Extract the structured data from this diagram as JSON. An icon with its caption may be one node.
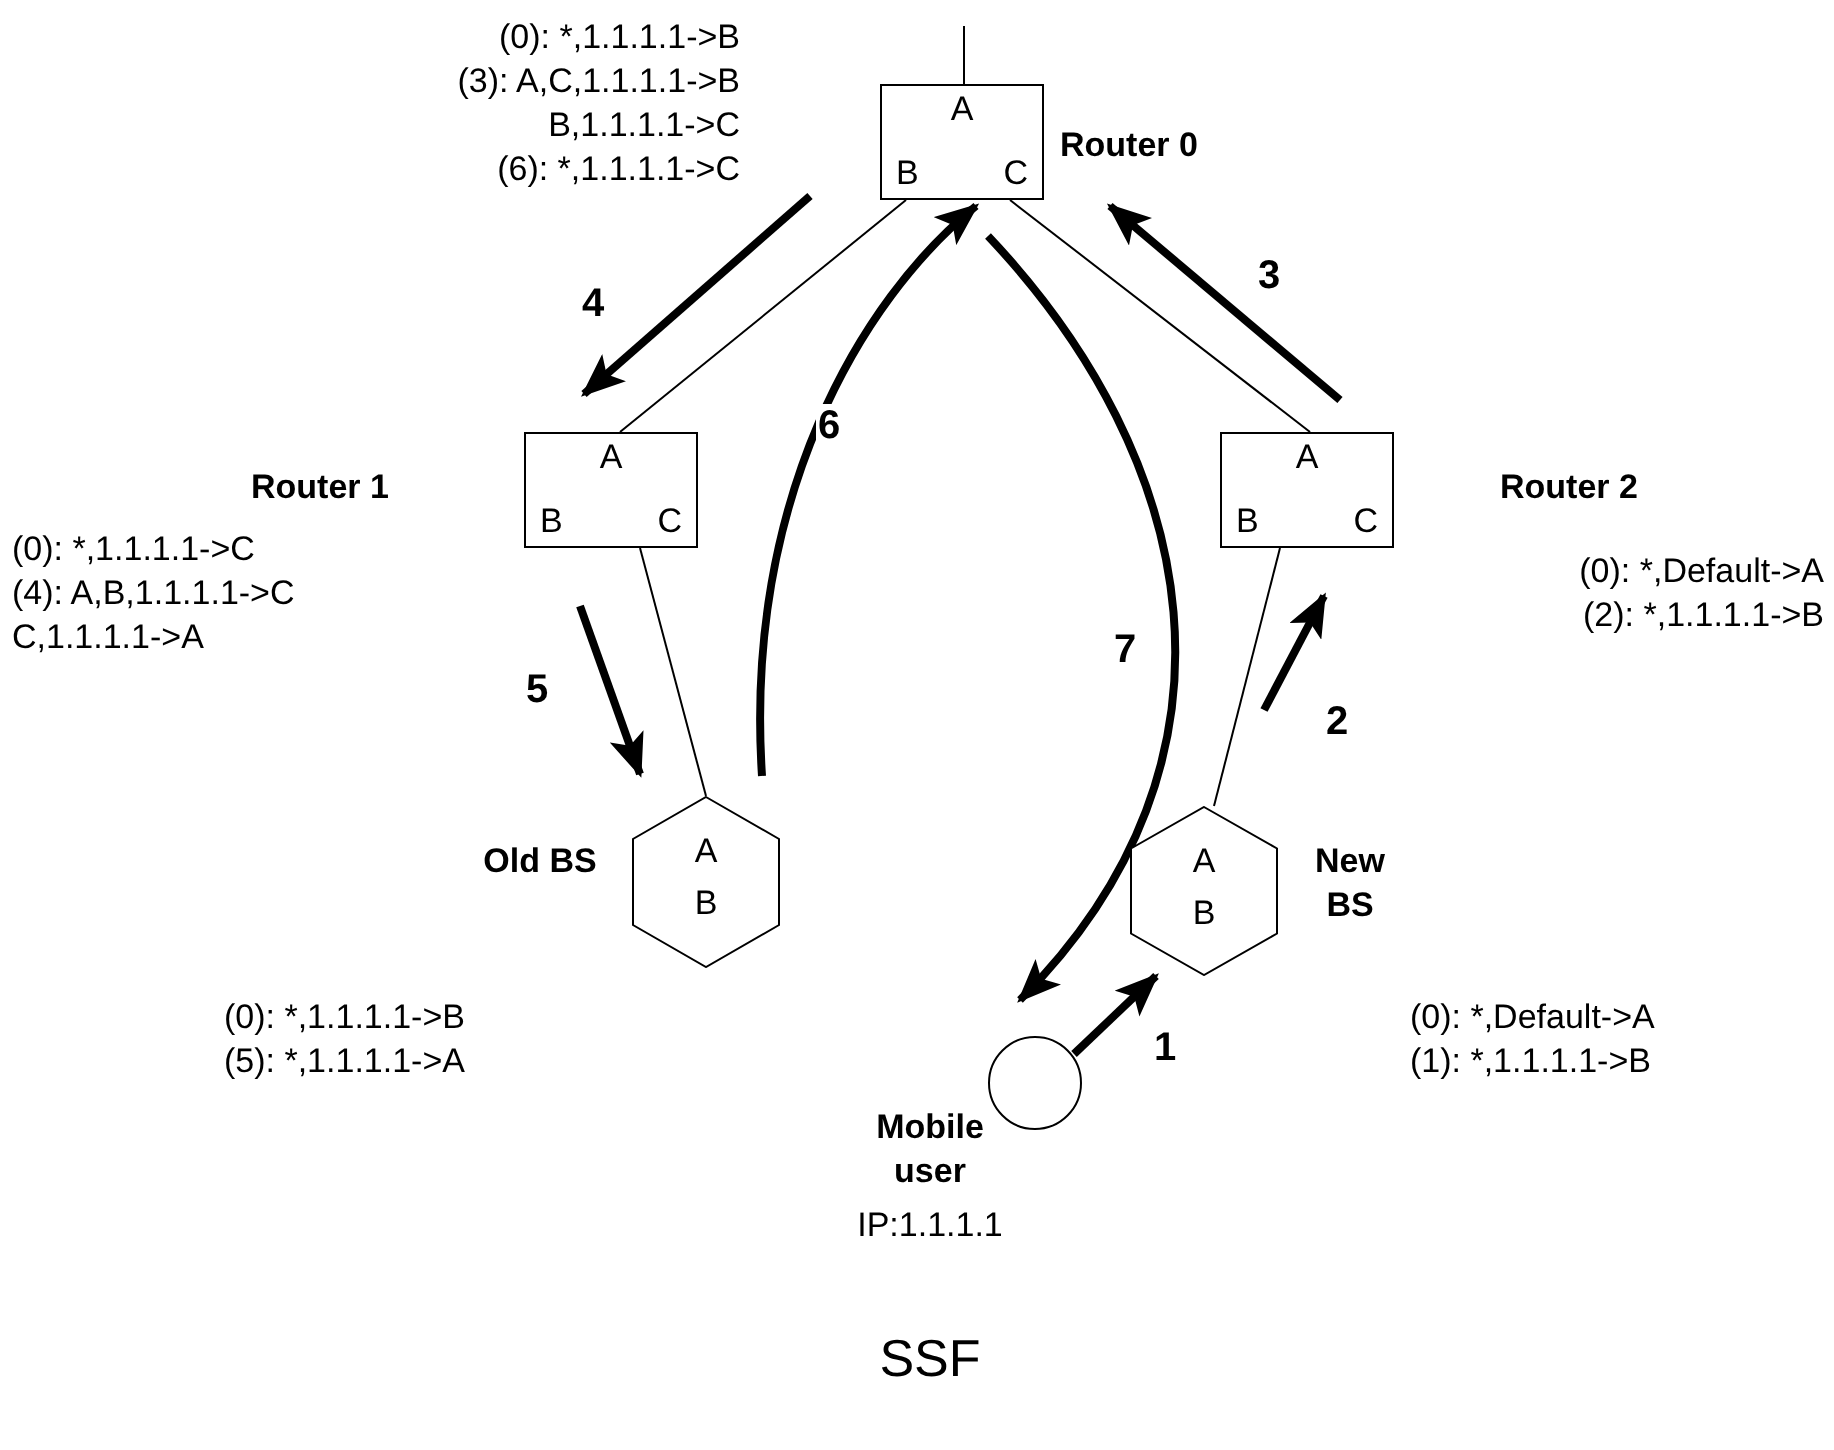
{
  "diagram": {
    "caption": "SSF",
    "nodes": [
      {
        "text": [
          "A",
          "B",
          "C"
        ],
        "beside": [
          "Router 0",
          "(0): *,1.1.1.1->B",
          "(3): A,C,1.1.1.1->B",
          "B,1.1.1.1->C",
          "(6): *,1.1.1.1->C"
        ]
      },
      {
        "text": [
          "A",
          "B",
          "C"
        ],
        "beside": [
          "Router 1",
          "(0): *,1.1.1.1->C",
          "(4): A,B,1.1.1.1->C",
          "C,1.1.1.1->A"
        ]
      },
      {
        "text": [
          "A",
          "B",
          "C"
        ],
        "beside": [
          "Router 2",
          "(0): *,Default->A",
          "(2): *,1.1.1.1->B"
        ]
      },
      {
        "text": [
          "A",
          "B"
        ],
        "beside": [
          "Old BS",
          "(0): *,1.1.1.1->B",
          "(5): *,1.1.1.1->A"
        ]
      },
      {
        "text": [
          "A",
          "B"
        ],
        "beside": [
          "New BS",
          "(0): *,Default->A",
          "(1): *,1.1.1.1->B"
        ]
      },
      {
        "text": [],
        "shape": "circle",
        "beside": [
          "Mobile user",
          "IP:1.1.1.1"
        ]
      }
    ],
    "edges": [
      {
        "from": null,
        "to": 0,
        "arrow": "none"
      },
      {
        "from": 0,
        "to": 1,
        "arrow": "none"
      },
      {
        "from": 0,
        "to": 2,
        "arrow": "none"
      },
      {
        "from": 1,
        "to": 3,
        "arrow": "none"
      },
      {
        "from": 2,
        "to": 4,
        "arrow": "none"
      },
      {
        "from": 5,
        "to": 4,
        "arrow": "to",
        "label": "1"
      },
      {
        "from": 4,
        "to": 2,
        "arrow": "to",
        "label": "2"
      },
      {
        "from": 2,
        "to": 0,
        "arrow": "to",
        "label": "3"
      },
      {
        "from": 0,
        "to": 1,
        "arrow": "to",
        "label": "4"
      },
      {
        "from": 1,
        "to": 3,
        "arrow": "to",
        "label": "5"
      },
      {
        "from": 3,
        "to": 0,
        "arrow": "to",
        "label": "6"
      },
      {
        "from": 0,
        "to": 5,
        "arrow": "to",
        "label": "7"
      }
    ]
  }
}
